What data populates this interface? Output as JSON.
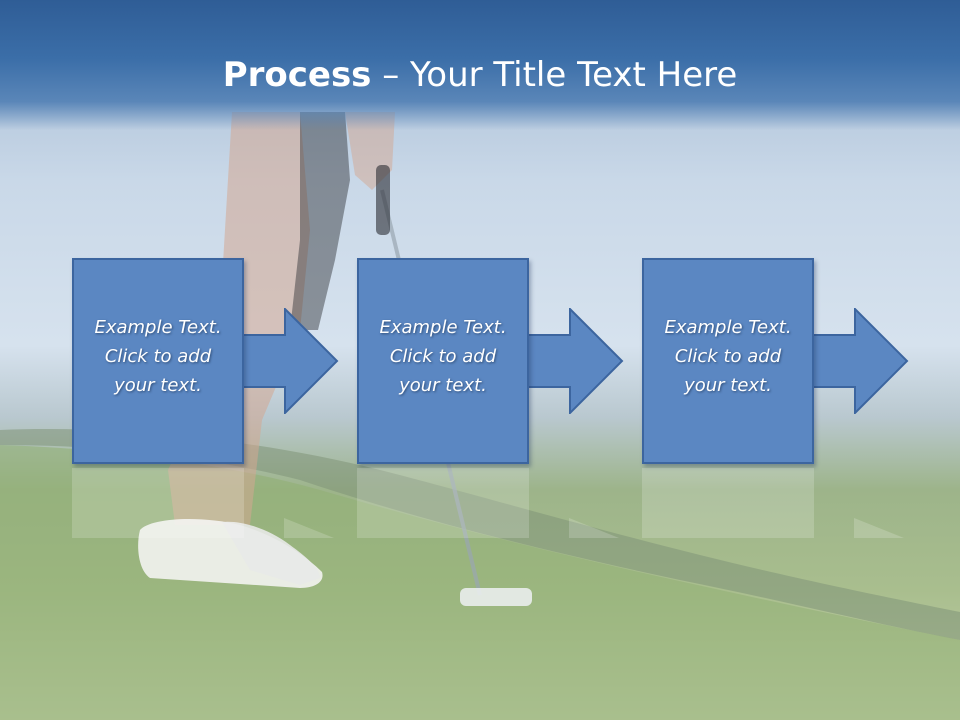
{
  "title": {
    "bold": "Process",
    "rest": " – Your Title Text Here"
  },
  "steps": [
    {
      "line1": "Example Text.",
      "line2": "Click  to add",
      "line3": "your text."
    },
    {
      "line1": "Example Text.",
      "line2": "Click  to add",
      "line3": "your text."
    },
    {
      "line1": "Example Text.",
      "line2": "Click  to add",
      "line3": "your text."
    }
  ],
  "colors": {
    "header": "#3b6ea8",
    "box_fill": "#5b87c2",
    "box_border": "#3c659f",
    "text": "#ffffff"
  },
  "icons": [
    "right-arrow-icon"
  ]
}
